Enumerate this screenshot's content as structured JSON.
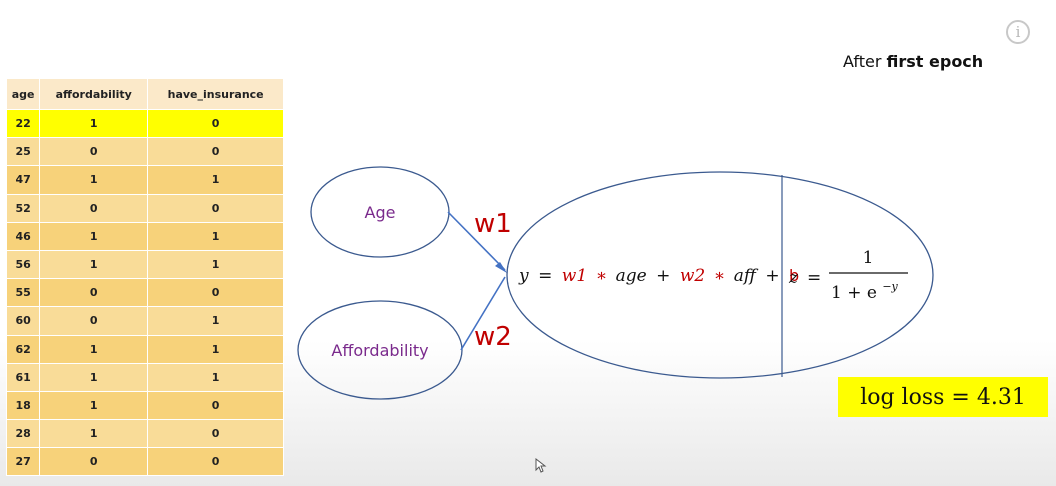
{
  "header": {
    "epoch_prefix": "After",
    "epoch_bold": "first epoch"
  },
  "info_icon": {
    "glyph": "i",
    "icon": "info-icon"
  },
  "table": {
    "columns": [
      "age",
      "affordability",
      "have_insurance"
    ],
    "rows": [
      [
        "22",
        "1",
        "0"
      ],
      [
        "25",
        "0",
        "0"
      ],
      [
        "47",
        "1",
        "1"
      ],
      [
        "52",
        "0",
        "0"
      ],
      [
        "46",
        "1",
        "1"
      ],
      [
        "56",
        "1",
        "1"
      ],
      [
        "55",
        "0",
        "0"
      ],
      [
        "60",
        "0",
        "1"
      ],
      [
        "62",
        "1",
        "1"
      ],
      [
        "61",
        "1",
        "1"
      ],
      [
        "18",
        "1",
        "0"
      ],
      [
        "28",
        "1",
        "0"
      ],
      [
        "27",
        "0",
        "0"
      ]
    ],
    "highlight_row_index": 0,
    "colors": {
      "header": "#fbe9c9",
      "row_a": "#f7d27a",
      "row_b": "#f9dc98",
      "highlight": "#ffff00"
    }
  },
  "diagram": {
    "inputs": [
      "Age",
      "Affordability"
    ],
    "weights": [
      "w1",
      "w2"
    ],
    "equation": {
      "y": "y",
      "eq": "=",
      "w1": "w1",
      "times1": "∗",
      "age": "age",
      "plus1": "+",
      "w2": "w2",
      "times2": "∗",
      "aff": "aff",
      "plus2": "+",
      "b": "b"
    },
    "sigmoid": {
      "z": "z",
      "eq": "=",
      "numerator": "1",
      "denominator_base": "1 + e",
      "exponent": "−y"
    },
    "colors": {
      "input_text": "#7a2a8c",
      "weight_text": "#c00000",
      "outline": "#3b5a8f"
    }
  },
  "log_loss": {
    "text": "log loss = 4.31"
  }
}
